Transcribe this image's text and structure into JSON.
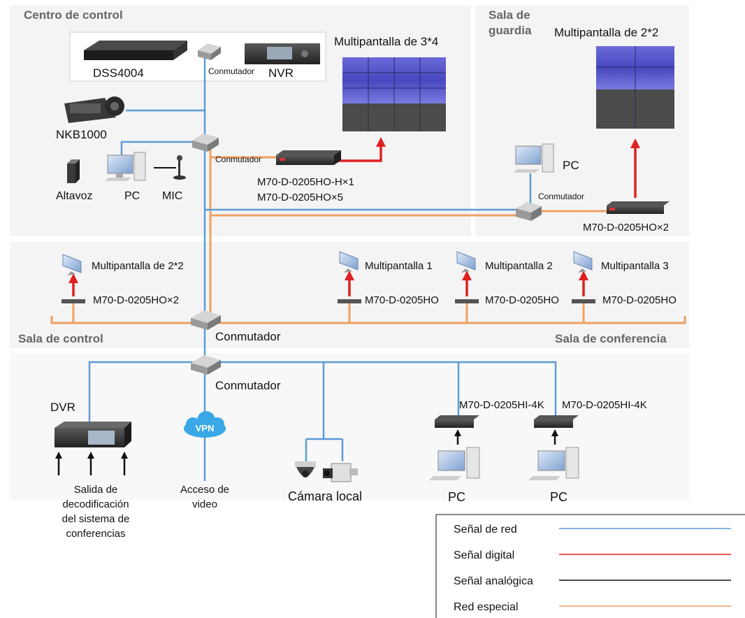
{
  "sections": {
    "control_center": "Centro de control",
    "guard_room_1": "Sala de",
    "guard_room_2": "guardia",
    "control_room": "Sala de control",
    "conference_room": "Sala de conferencia"
  },
  "devices": {
    "dss": "DSS4004",
    "nvr": "NVR",
    "switch_small": "Conmutador",
    "nkb": "NKB1000",
    "speaker": "Altavoz",
    "pc": "PC",
    "mic": "MIC",
    "wall_3x4": "Multipantalla de 3*4",
    "wall_2x2": "Multipantalla de 2*2",
    "decoders_cc_1": "M70-D-0205HO-H×1",
    "decoders_cc_2": "M70-D-0205HO×5",
    "decoder_x2": "M70-D-0205HO×2",
    "screen_1": "Multipantalla 1",
    "screen_2": "Multipantalla 2",
    "screen_3": "Multipantalla 3",
    "decoder_single": "M70-D-0205HO",
    "switch": "Conmutador",
    "dvr": "DVR",
    "vpn": "VPN",
    "encoder_4k": "M70-D-0205HI-4K",
    "camera": "Cámara local",
    "decode_out_1": "Salida de",
    "decode_out_2": "decodificación",
    "decode_out_3": "del sistema de",
    "decode_out_4": "conferencias",
    "video_access_1": "Acceso de",
    "video_access_2": "video"
  },
  "legend": [
    {
      "label": "Señal de red",
      "color": "#5b9bd5"
    },
    {
      "label": "Señal digital",
      "color": "#e02020"
    },
    {
      "label": "Señal analógica",
      "color": "#111111"
    },
    {
      "label": "Red especial",
      "color": "#f0a060"
    }
  ]
}
